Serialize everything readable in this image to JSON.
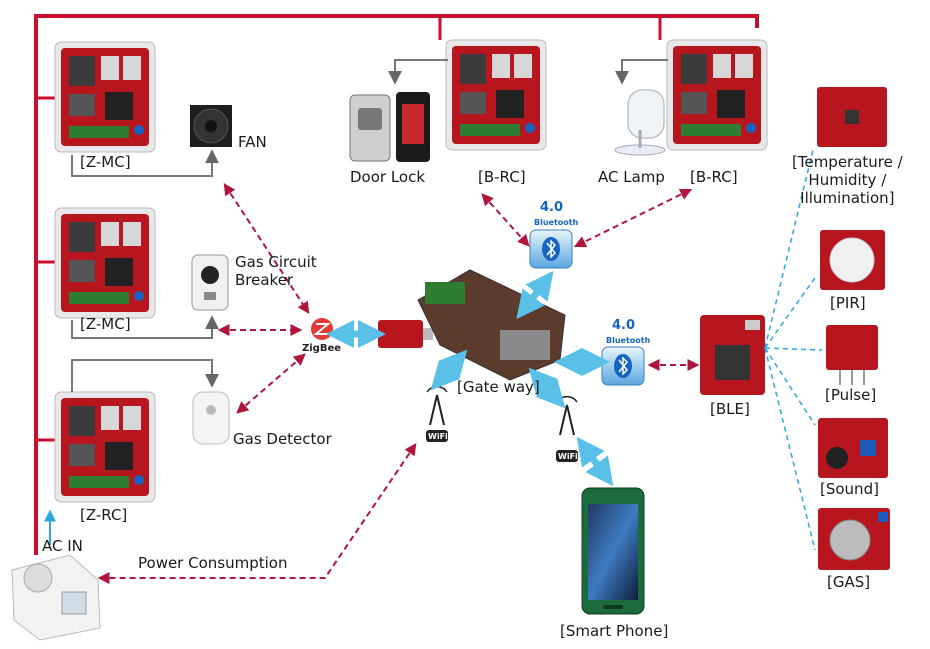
{
  "labels": {
    "z_mc_1": "[Z-MC]",
    "fan": "FAN",
    "z_mc_2": "[Z-MC]",
    "gas_breaker": "Gas Circuit\nBreaker",
    "z_rc": "[Z-RC]",
    "gas_detector": "Gas Detector",
    "ac_in": "AC IN",
    "power_consumption": "Power Consumption",
    "door_lock": "Door Lock",
    "b_rc_1": "[B-RC]",
    "ac_lamp": "AC Lamp",
    "b_rc_2": "[B-RC]",
    "gateway": "[Gate way]",
    "smart_phone": "[Smart Phone]",
    "ble": "[BLE]",
    "temp": "[Temperature /\nHumidity /\nIllumination]",
    "pir": "[PIR]",
    "pulse": "[Pulse]",
    "sound": "[Sound]",
    "gas": "[GAS]"
  },
  "badges": {
    "zigbee": "ZigBee",
    "bt_version": "4.0",
    "bt_name": "Bluetooth",
    "wifi": "WiFi"
  },
  "colors": {
    "power_line": "#c8102e",
    "dashed_red": "#b0153c",
    "dashed_blue": "#29a9e0",
    "thick_arrow": "#5bc0e8",
    "board": "#b8161f",
    "connector_gray": "#777777"
  }
}
